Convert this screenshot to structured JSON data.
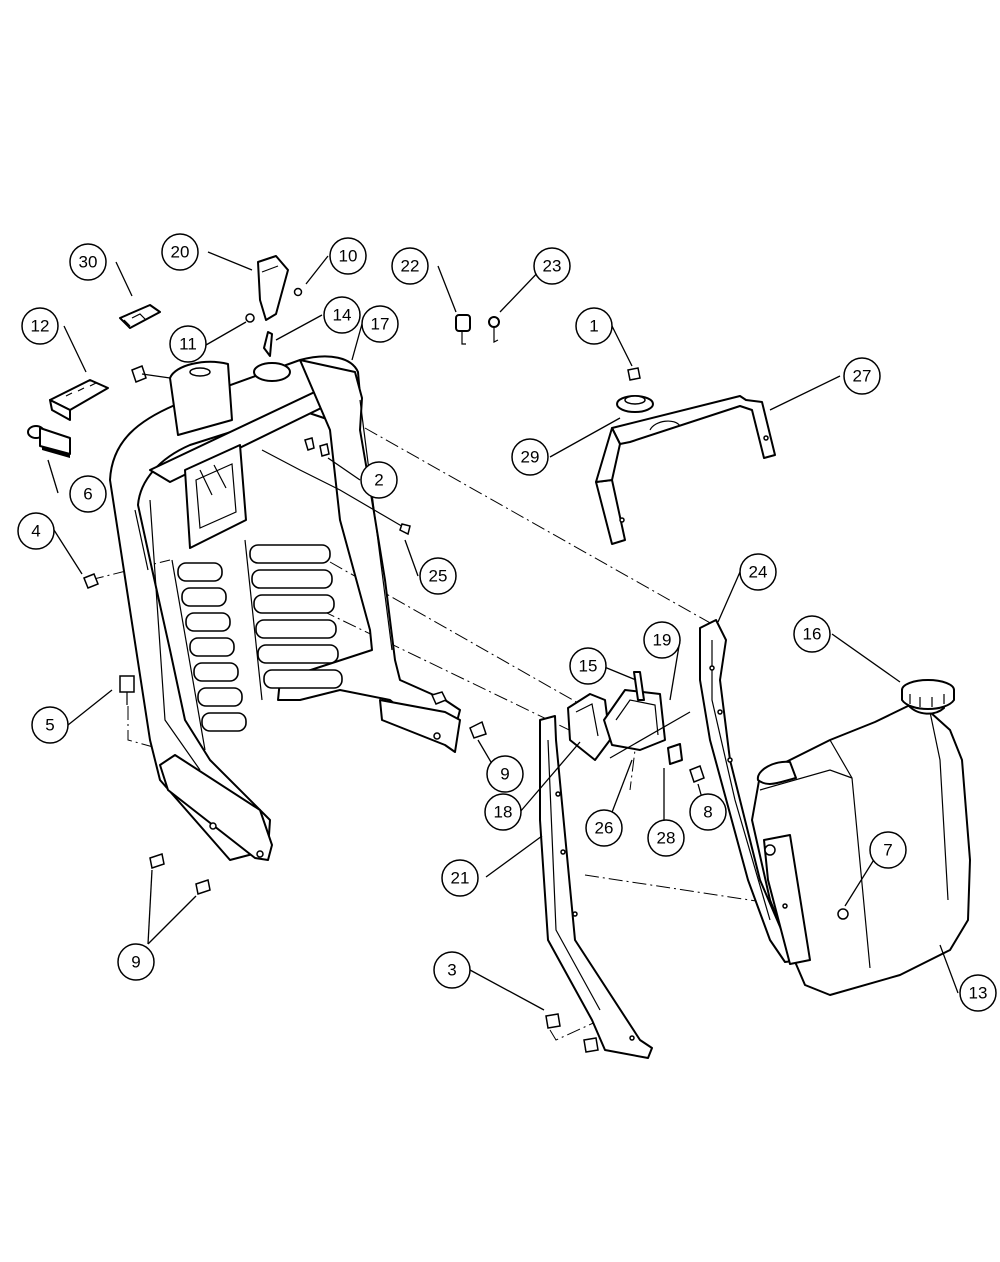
{
  "diagram": {
    "callouts": [
      {
        "id": "c1",
        "number": "1"
      },
      {
        "id": "c2",
        "number": "2"
      },
      {
        "id": "c3",
        "number": "3"
      },
      {
        "id": "c4",
        "number": "4"
      },
      {
        "id": "c5",
        "number": "5"
      },
      {
        "id": "c6",
        "number": "6"
      },
      {
        "id": "c7",
        "number": "7"
      },
      {
        "id": "c8",
        "number": "8"
      },
      {
        "id": "c9a",
        "number": "9"
      },
      {
        "id": "c9b",
        "number": "9"
      },
      {
        "id": "c10",
        "number": "10"
      },
      {
        "id": "c11",
        "number": "11"
      },
      {
        "id": "c12",
        "number": "12"
      },
      {
        "id": "c13",
        "number": "13"
      },
      {
        "id": "c14",
        "number": "14"
      },
      {
        "id": "c15",
        "number": "15"
      },
      {
        "id": "c16",
        "number": "16"
      },
      {
        "id": "c17",
        "number": "17"
      },
      {
        "id": "c18",
        "number": "18"
      },
      {
        "id": "c19",
        "number": "19"
      },
      {
        "id": "c20",
        "number": "20"
      },
      {
        "id": "c21",
        "number": "21"
      },
      {
        "id": "c22",
        "number": "22"
      },
      {
        "id": "c23",
        "number": "23"
      },
      {
        "id": "c24",
        "number": "24"
      },
      {
        "id": "c25",
        "number": "25"
      },
      {
        "id": "c26",
        "number": "26"
      },
      {
        "id": "c27",
        "number": "27"
      },
      {
        "id": "c28",
        "number": "28"
      },
      {
        "id": "c29",
        "number": "29"
      },
      {
        "id": "c30",
        "number": "30"
      }
    ]
  }
}
